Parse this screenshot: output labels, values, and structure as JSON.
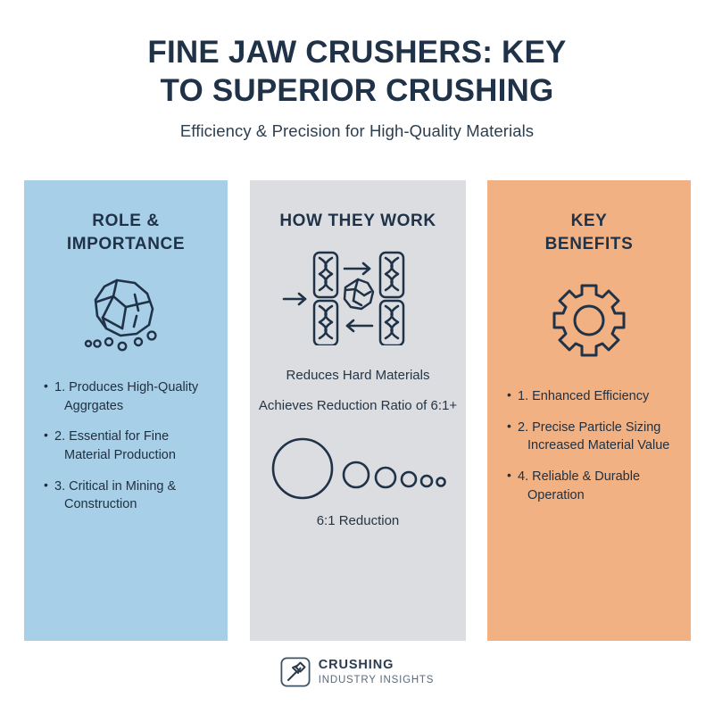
{
  "header": {
    "title_line1": "FINE JAW CRUSHERS: KEY",
    "title_line2": "TO SUPERIOR CRUSHING",
    "subtitle": "Efficiency & Precision for High-Quality Materials"
  },
  "colors": {
    "background": "#ffffff",
    "ink": "#1f3247",
    "panel_left": "#a8cfe8",
    "panel_mid": "#dcdde0",
    "panel_right": "#f2b183"
  },
  "panels": {
    "left": {
      "heading_line1": "ROLE &",
      "heading_line2": "IMPORTANCE",
      "icon": "crushed-rock-icon",
      "bullets": [
        {
          "main": "1. Produces High-Quality",
          "cont": "Aggrgates"
        },
        {
          "main": "2. Essential for Fine",
          "cont": "Material Production"
        },
        {
          "main": "3. Critical in Mining &",
          "cont": "Construction"
        }
      ]
    },
    "mid": {
      "heading": "HOW THEY WORK",
      "icon": "jaw-crusher-plates-icon",
      "lines": [
        "Reduces Hard Materials",
        "Achieves Reduction Ratio of 6:1+"
      ],
      "reduction": {
        "icon": "size-reduction-circles-icon",
        "caption": "6:1 Reduction"
      }
    },
    "right": {
      "heading_line1": "KEY",
      "heading_line2": "BENEFITS",
      "icon": "gear-icon",
      "bullets": [
        {
          "main": "1. Enhanced Efficiency",
          "cont": ""
        },
        {
          "main": "2. Precise Particle Sizing",
          "cont": "Increased Material Value"
        },
        {
          "main": "4. Reliable & Durable",
          "cont": "Operation"
        }
      ]
    }
  },
  "footer": {
    "icon": "hammer-logo-icon",
    "brand": "CRUSHING",
    "tagline": "INDUSTRY INSIGHTS"
  }
}
